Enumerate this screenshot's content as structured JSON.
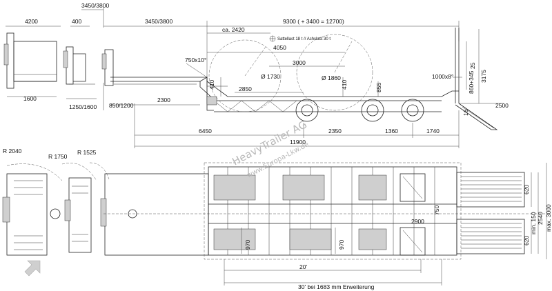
{
  "side_view": {
    "dims_top": [
      "4200",
      "400",
      "3450/3800",
      "3450/3800",
      "9300 ( + 3400 = 12700)"
    ],
    "ca": "ca. 2420",
    "load_note": "Sattellast 18 t // Achslast 30 t",
    "d4050": "4050",
    "d3000": "3000",
    "slope": "750x10°",
    "dia1": "Ø 1730",
    "dia2": "Ø 1860",
    "h410a": "410",
    "h410b": "410",
    "d2850": "2850",
    "h855": "855",
    "ramp_angle": "1000x8°",
    "v25": "25",
    "v860": "860+345",
    "v3175": "3175",
    "v16": "16",
    "d1600": "1600",
    "d1250": "1250/1600",
    "d850": "850/1200",
    "d2300": "2300",
    "d2500": "2500",
    "d6450": "6450",
    "d2350": "2350",
    "d1360": "1360",
    "d1740": "1740",
    "d11900": "11900"
  },
  "top_view": {
    "radii": [
      "R 2040",
      "R 1750",
      "R 1525"
    ],
    "w620a": "620",
    "w620b": "620",
    "w750": "750",
    "w2900": "2900",
    "w970a": "970",
    "w970b": "970",
    "wmin": "min. 150",
    "w2540": "2540",
    "w3000": "max. 3000",
    "d20": "20'",
    "d30": "30' bei 1683 mm Erweiterung"
  },
  "watermark": {
    "line1": "HeavyTrailer AG",
    "line2": "www.Europa-Lkw.de"
  }
}
